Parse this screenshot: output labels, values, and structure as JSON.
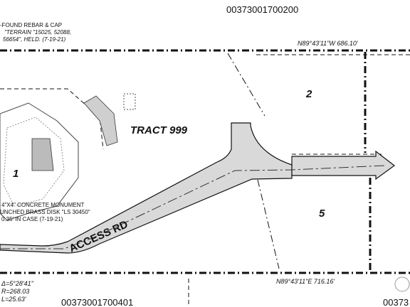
{
  "parcels": {
    "top_id": "00373001700200",
    "bottom_id": "00373001700401",
    "bottom_right_id_partial": "00373"
  },
  "bearings": {
    "north_line": "N89°43'11\"W   686.10'",
    "south_line": "N89°43'11\"E   716.16'"
  },
  "notes": {
    "found_rebar_1": "-FOUND REBAR & CAP",
    "found_rebar_2": "\"TERRAIN \"15025, 52088,",
    "found_rebar_3": "56654\", HELD. (7-19-21)",
    "monument_1": "4\"X4\" CONCRETE MONUMENT",
    "monument_2": "UNCHED BRASS DISK \"LS 30450\"",
    "monument_3": "0.35' IN CASE (7-19-21)"
  },
  "curve": {
    "delta": "Δ=5°28'41\"",
    "radius": "R=268.03",
    "length": "L=25.63'"
  },
  "labels": {
    "tract": "TRACT 999",
    "road": "ACCESS RD",
    "lot_1": "1",
    "lot_2": "2",
    "lot_5": "5"
  },
  "colors": {
    "road_fill": "#d9d9d9",
    "lines": "#111111"
  }
}
